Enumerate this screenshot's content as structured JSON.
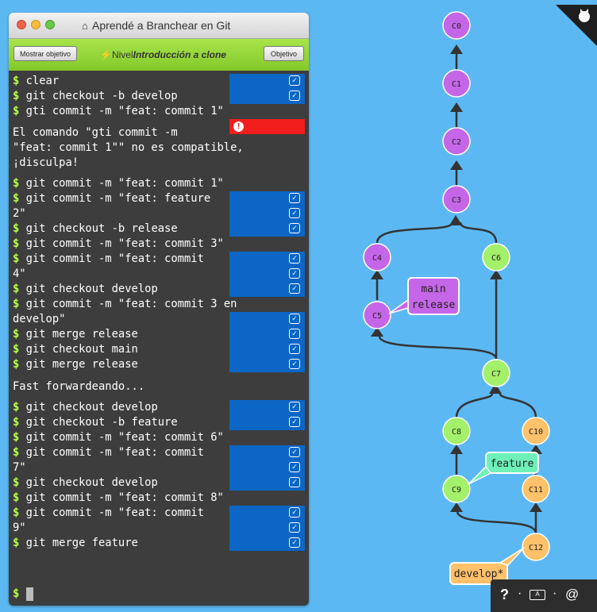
{
  "window": {
    "title": "Aprendé a Branchear en Git"
  },
  "toolbar": {
    "show_goal": "Mostrar objetivo",
    "level_prefix": "Nivel",
    "level_name": "Introducción a clone",
    "goal": "Objetivo"
  },
  "terminal": {
    "lines": [
      "clear",
      "git checkout -b develop",
      "gti commit -m \"feat: commit 1\"",
      "El comando \"gti commit -m",
      "\"feat: commit 1\"\" no es compatible,",
      "¡disculpa!",
      "git commit -m \"feat: commit 1\"",
      "git commit -m \"feat: feature",
      "2\"",
      "git checkout -b release",
      "git commit -m \"feat: commit 3\"",
      "git commit -m \"feat: commit",
      "4\"",
      "git checkout develop",
      "git commit -m \"feat: commit 3 en",
      "develop\"",
      "git merge release",
      "git checkout main",
      "git merge release",
      "Fast forwardeando...",
      "git checkout develop",
      "git checkout -b feature",
      "git commit -m \"feat: commit 6\"",
      "git commit -m \"feat: commit",
      "7\"",
      "git checkout develop",
      "git commit -m \"feat: commit 8\"",
      "git commit -m \"feat: commit",
      "9\"",
      "git merge feature"
    ],
    "prompt": "$"
  },
  "graph": {
    "commits": [
      "C0",
      "C1",
      "C2",
      "C3",
      "C4",
      "C5",
      "C6",
      "C7",
      "C8",
      "C9",
      "C10",
      "C11",
      "C12"
    ],
    "branch_main": "main",
    "branch_release": "release",
    "branch_feature": "feature",
    "branch_develop": "develop*"
  },
  "colors": {
    "purple": "#c566e8",
    "green": "#a3f06a",
    "orange": "#ffc16a",
    "terminal_bg": "#3d3d3d",
    "checkbox_blue": "#0b66c6",
    "error_red": "#f21d1d",
    "bg": "#5cb8f2"
  },
  "icons": [
    "home-icon",
    "checkbox-icon",
    "error-icon",
    "octocat-icon",
    "help-icon",
    "language-icon",
    "threads-icon"
  ],
  "help": {
    "question": "?"
  }
}
